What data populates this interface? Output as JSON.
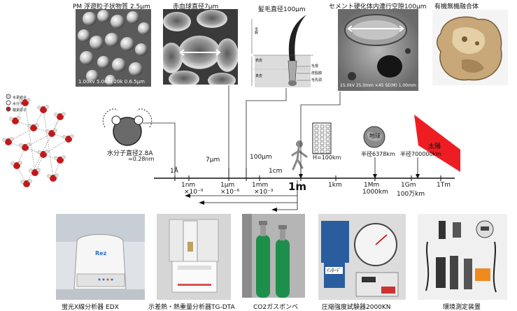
{
  "top_captions": {
    "pm25": "PM 浮遊粒子状物質 2.5μm",
    "rbc": "赤血球直径7μm",
    "hair": "髪毛直径100μm",
    "cement": "セメント硬化体内連行空隙100μm",
    "composite": "有機無機融合体"
  },
  "pm_scale_text": "1.00kv 5.0nm 20k 0.6.5μm",
  "cement_scale_text": "15.0kV 25.0mm ×45 SE(M) 1.00mm",
  "hair_diagram": {
    "left_top": "毛幹",
    "left_bottom_1": "表皮",
    "left_bottom_2": "真皮",
    "right_1": "毛根",
    "right_2": "皮脂腺",
    "right_3": "毛乳頭"
  },
  "water_legend": [
    "水素結合",
    "水分子",
    "酸素原子"
  ],
  "water_molecule": {
    "line1": "水分子直径2.8A",
    "line2": "=0.28nm"
  },
  "building": {
    "label": "H=100km"
  },
  "earth": {
    "name": "地球",
    "radius": "半径6378km"
  },
  "sun": {
    "name": "太陽",
    "radius": "半径700000km"
  },
  "scale_above": {
    "angstrom": "1Å",
    "seven_um": "7μm",
    "hundred_um": "100μm",
    "one_cm": "1cm"
  },
  "scale_below": {
    "nm": "1nm",
    "nm_exp": "×10⁻⁹",
    "um": "1μm",
    "um_exp": "×10⁻⁶",
    "mm": "1mm",
    "mm_exp": "×10⁻³",
    "m": "1m",
    "km": "1km",
    "Mm": "1Mm",
    "Mm_sub": "1000km",
    "Gm": "1Gm",
    "Gm_sub": "100万km",
    "Tm": "1Tm"
  },
  "bottom_captions": {
    "edx": "蛍光X線分析器 EDX",
    "tgdta": "示差熱・熱重量分析器TG-DTA",
    "co2": "CO2ガスボンベ",
    "press": "圧縮強度試験器2000KN",
    "env": "環境測定装置"
  },
  "equipment_text": {
    "rez": "Rez",
    "press_sign": "ｲﾝﾀｰﾃﾞ"
  },
  "colors": {
    "sun": "#ee1d24",
    "oxygen": "#c41818",
    "hydrogen": "#dddddd",
    "co2_cylinder": "#1e8f4a",
    "earth": "#8a8a8a"
  }
}
